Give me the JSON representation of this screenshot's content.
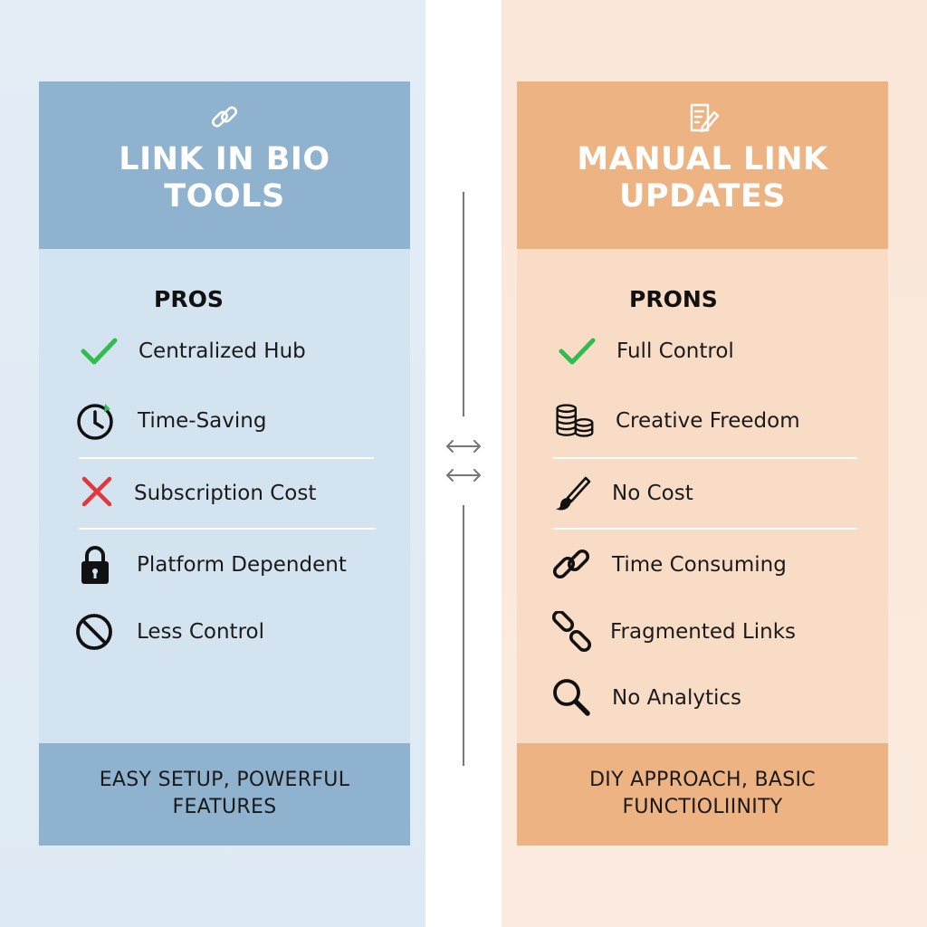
{
  "left_card": {
    "title_line1": "LINK IN BIO",
    "title_line2": "TOOLS",
    "title_icon": "link-icon",
    "section_title": "PROS",
    "items": [
      {
        "label": "Centralized Hub",
        "icon": "check-icon"
      },
      {
        "label": "Time-Saving",
        "icon": "clock-icon"
      },
      {
        "label": "Subscription Cost",
        "icon": "cross-icon"
      },
      {
        "label": "Platform Dependent",
        "icon": "lock-icon"
      },
      {
        "label": "Less Control",
        "icon": "ban-icon"
      }
    ],
    "footer_line1": "EASY SETUP, POWERFUL",
    "footer_line2": "FEATURES"
  },
  "right_card": {
    "title_line1": "MANUAL LINK",
    "title_line2": "UPDATES",
    "title_icon": "edit-document-icon",
    "section_title": "PRONS",
    "items": [
      {
        "label": "Full Control",
        "icon": "check-icon"
      },
      {
        "label": "Creative Freedom",
        "icon": "coins-icon"
      },
      {
        "label": "No Cost",
        "icon": "brush-icon"
      },
      {
        "label": "Time Consuming",
        "icon": "chain-link-icon"
      },
      {
        "label": "Fragmented Links",
        "icon": "broken-link-icon"
      },
      {
        "label": "No Analytics",
        "icon": "magnifier-icon"
      }
    ],
    "footer_line1": "DIY APPROACH, BASIC",
    "footer_line2": "FUNCTIOLIINITY"
  },
  "colors": {
    "left_header": "#8fb2cf",
    "left_body": "#d3e3f0",
    "right_header": "#eeb383",
    "right_body": "#f8dcc5",
    "check_green": "#2ebd4e",
    "cross_red": "#e0383b"
  }
}
